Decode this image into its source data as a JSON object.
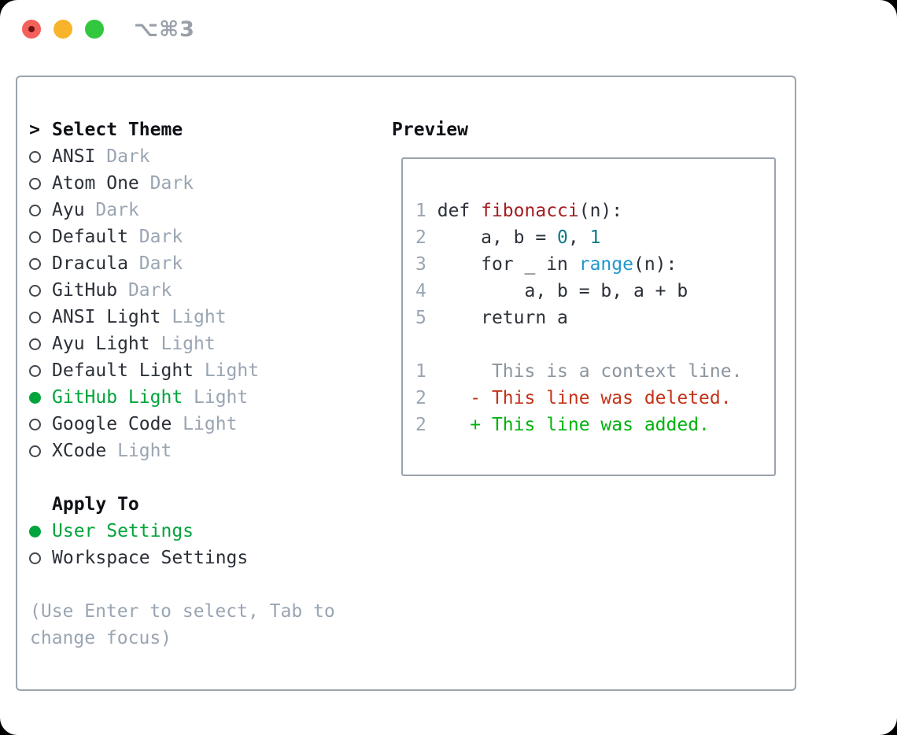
{
  "titlebar": {
    "shortcut": "⌥⌘3"
  },
  "left": {
    "prompt": ">",
    "title": "Select Theme",
    "themes": [
      {
        "label": "ANSI",
        "variant": "Dark",
        "selected": false
      },
      {
        "label": "Atom One",
        "variant": "Dark",
        "selected": false
      },
      {
        "label": "Ayu",
        "variant": "Dark",
        "selected": false
      },
      {
        "label": "Default",
        "variant": "Dark",
        "selected": false
      },
      {
        "label": "Dracula",
        "variant": "Dark",
        "selected": false
      },
      {
        "label": "GitHub",
        "variant": "Dark",
        "selected": false
      },
      {
        "label": "ANSI Light",
        "variant": "Light",
        "selected": false
      },
      {
        "label": "Ayu Light",
        "variant": "Light",
        "selected": false
      },
      {
        "label": "Default Light",
        "variant": "Light",
        "selected": false
      },
      {
        "label": "GitHub Light",
        "variant": "Light",
        "selected": true
      },
      {
        "label": "Google Code",
        "variant": "Light",
        "selected": false
      },
      {
        "label": "XCode",
        "variant": "Light",
        "selected": false
      }
    ],
    "apply_title": "Apply To",
    "apply_to": [
      {
        "label": "User Settings",
        "selected": true
      },
      {
        "label": "Workspace Settings",
        "selected": false
      }
    ],
    "hint_lines": [
      "(Use Enter to select, Tab to",
      "change focus)"
    ]
  },
  "preview": {
    "title": "Preview",
    "lines": [
      {
        "num": "1",
        "tokens": [
          {
            "t": "def ",
            "c": "d"
          },
          {
            "t": "fibonacci",
            "c": "fn"
          },
          {
            "t": "(n):",
            "c": "d"
          }
        ]
      },
      {
        "num": "2",
        "tokens": [
          {
            "t": "    a, b = ",
            "c": "d"
          },
          {
            "t": "0",
            "c": "num"
          },
          {
            "t": ", ",
            "c": "d"
          },
          {
            "t": "1",
            "c": "num"
          }
        ]
      },
      {
        "num": "3",
        "tokens": [
          {
            "t": "    for _ in ",
            "c": "d"
          },
          {
            "t": "range",
            "c": "bi"
          },
          {
            "t": "(n):",
            "c": "d"
          }
        ]
      },
      {
        "num": "4",
        "tokens": [
          {
            "t": "        a, b = b, a + b",
            "c": "d"
          }
        ]
      },
      {
        "num": "5",
        "tokens": [
          {
            "t": "    return a",
            "c": "d"
          }
        ]
      },
      {
        "num": "",
        "tokens": []
      },
      {
        "num": "1",
        "tokens": [
          {
            "t": "     This is a context line.",
            "c": "ctx"
          }
        ]
      },
      {
        "num": "2",
        "tokens": [
          {
            "t": "   - This line was deleted.",
            "c": "del"
          }
        ]
      },
      {
        "num": "2",
        "tokens": [
          {
            "t": "   + This line was added.",
            "c": "add"
          }
        ]
      }
    ]
  },
  "colors": {
    "selected_green": "#00a43c",
    "addition_green": "#00b30f",
    "deletion_red": "#c43318",
    "function_red": "#a31d22",
    "number_teal": "#0f7b86",
    "builtin_blue": "#1e97cf",
    "muted_gray": "#9aa5b3",
    "context_gray": "#8b959f",
    "text_dark": "#2b3038",
    "heading_black": "#0e1116",
    "border_gray": "#9ba3ae",
    "traffic_red": "#f4605a",
    "traffic_red_dot": "#6b1410",
    "traffic_yellow": "#f7b32a",
    "traffic_green": "#31c73e",
    "shortcut_gray": "#9aa0a8",
    "bullet_outline": "#43484f"
  }
}
